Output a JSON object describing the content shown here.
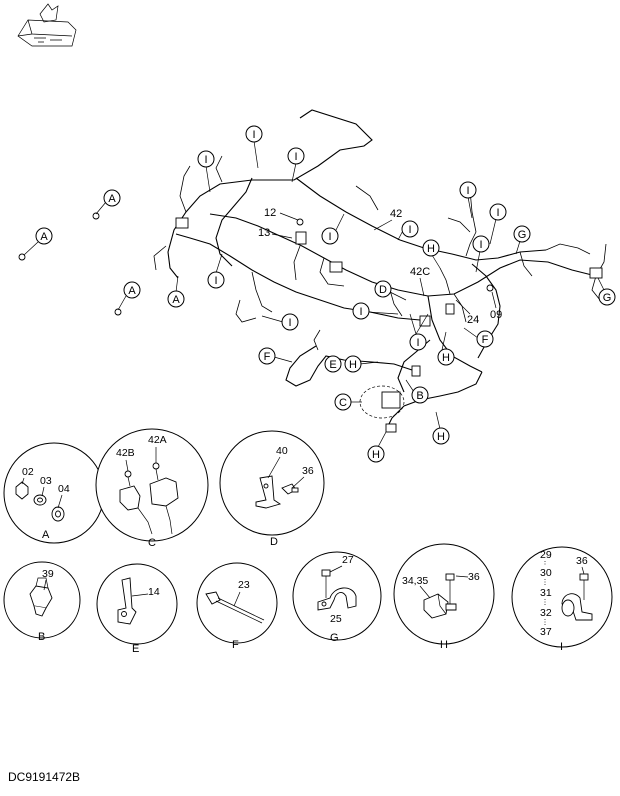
{
  "drawing_code": "DC9191472B",
  "main_callouts": {
    "i": "I",
    "a": "A",
    "b": "B",
    "c": "C",
    "d": "D",
    "e": "E",
    "f": "F",
    "g": "G",
    "h": "H"
  },
  "part_numbers": {
    "p12": "12",
    "p13": "13",
    "p42": "42",
    "p42c": "42C",
    "p24": "24",
    "p09": "09"
  },
  "details": {
    "a": {
      "label": "A",
      "parts": [
        "02",
        "03",
        "04"
      ]
    },
    "c": {
      "label": "C",
      "parts": [
        "42B",
        "42A"
      ]
    },
    "d": {
      "label": "D",
      "parts": [
        "40",
        "36"
      ]
    },
    "b": {
      "label": "B",
      "parts": [
        "39"
      ]
    },
    "e": {
      "label": "E",
      "parts": [
        "14"
      ]
    },
    "f": {
      "label": "F",
      "parts": [
        "23"
      ]
    },
    "g": {
      "label": "G",
      "parts": [
        "27",
        "25"
      ]
    },
    "h": {
      "label": "H",
      "parts": [
        "34,35",
        "36"
      ]
    },
    "i": {
      "label": "I",
      "parts": [
        "29",
        "30",
        "31",
        "32",
        "37",
        "36"
      ]
    }
  }
}
